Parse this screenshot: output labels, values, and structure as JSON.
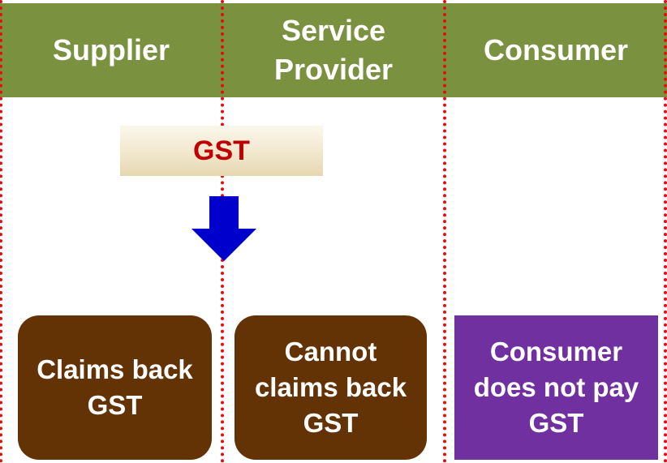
{
  "columns": [
    {
      "title": "Supplier"
    },
    {
      "title": "Service\nProvider"
    },
    {
      "title": "Consumer"
    }
  ],
  "gst_label": "GST",
  "arrow": {
    "direction": "down",
    "color": "#0000cc"
  },
  "boxes": [
    {
      "text": "Claims back\nGST",
      "color": "#633205"
    },
    {
      "text": "Cannot\nclaims back\nGST",
      "color": "#633205"
    },
    {
      "text": "Consumer\ndoes not pay\nGST",
      "color": "#7030a0"
    }
  ],
  "colors": {
    "header": "#7a9140",
    "divider": "#e01010",
    "gst_text": "#c00000"
  }
}
